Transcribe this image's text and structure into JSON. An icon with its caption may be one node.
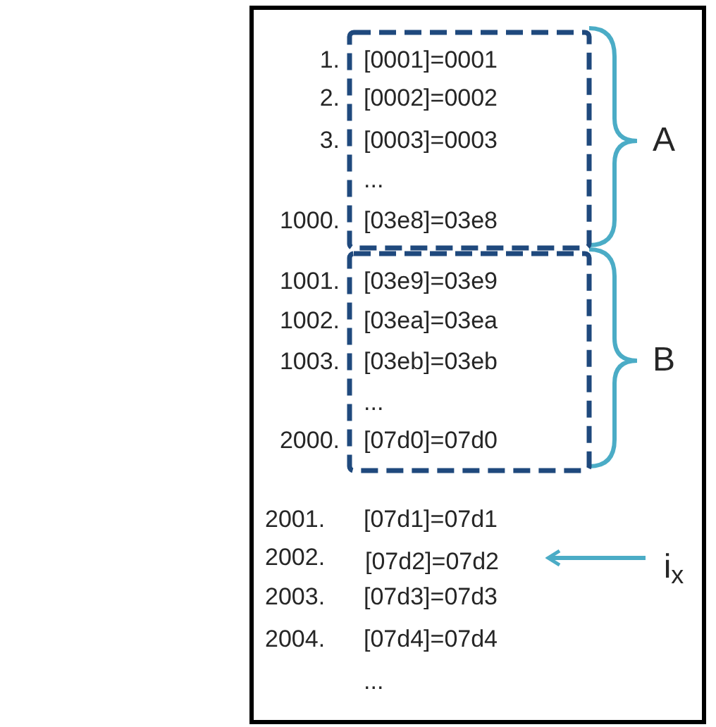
{
  "diagram": {
    "nodes": [
      {
        "text": [],
        "shape": "box"
      },
      {
        "text": [],
        "shape": "box",
        "in": 0
      },
      {
        "text": [],
        "shape": "box",
        "in": 0
      },
      {
        "text": [
          "[07d2]=07d2"
        ],
        "in": 0
      },
      {
        "text": [
          "i$_{x}$"
        ],
        "in": 0
      }
    ],
    "edges": [
      {
        "from": 4,
        "to": 3,
        "arrow": "to",
        "color": "#4bacc6"
      }
    ],
    "labels": [
      "1.",
      "[0001]=0001",
      "2.",
      "[0002]=0002",
      "3.",
      "[0003]=0003",
      "A",
      "...",
      "1000.",
      "[03e8]=03e8",
      "1001.",
      "[03e9]=03e9",
      "1002.",
      "[03ea]=03ea",
      "1003.",
      "[03eb]=03eb",
      "B",
      "...",
      "2000.",
      "[07d0]=07d0",
      "2001.",
      "[07d1]=07d1",
      "2002.",
      "2003.",
      "[07d3]=07d3",
      "2004.",
      "[07d4]=07d4",
      "..."
    ]
  }
}
